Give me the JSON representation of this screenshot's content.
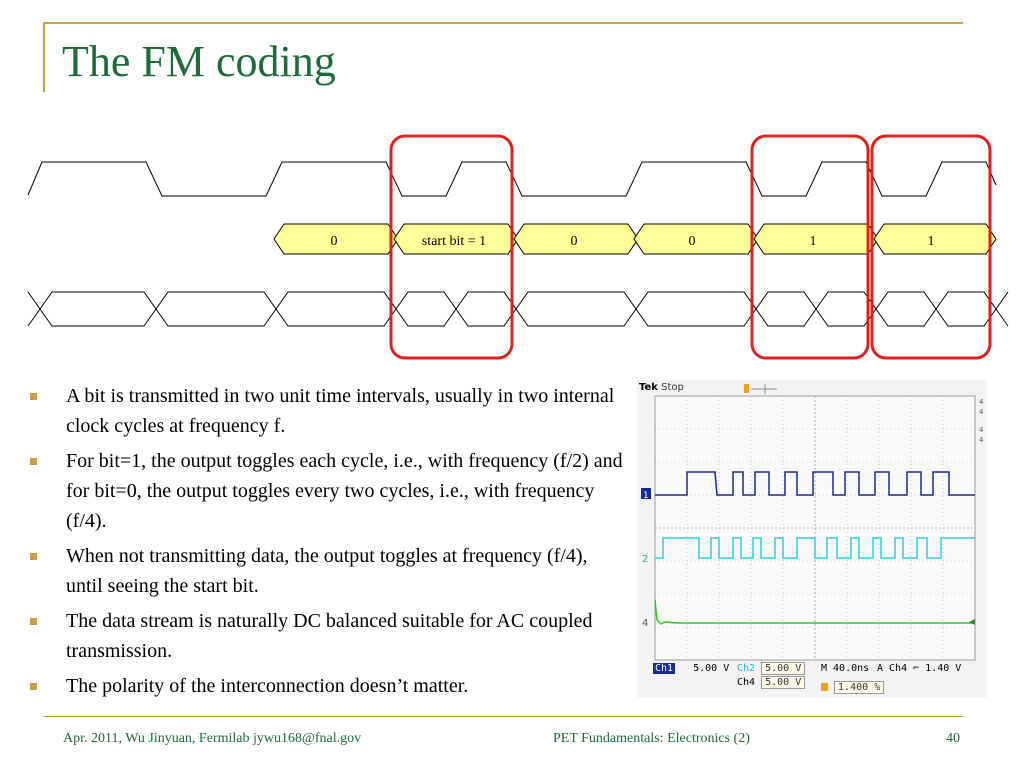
{
  "slide": {
    "title": "The FM coding",
    "accent_color": "#c8a040",
    "title_color": "#1e6b3a"
  },
  "timing_diagram": {
    "bits": [
      "0",
      "start bit = 1",
      "0",
      "0",
      "1",
      "1"
    ],
    "highlight_color": "#e02020",
    "bit_fill_color": "#ffff99"
  },
  "bullets": [
    "A bit is transmitted in two unit time intervals, usually in two internal clock cycles at frequency f.",
    "For bit=1, the output toggles each cycle, i.e., with frequency (f/2) and for bit=0, the output toggles every two cycles, i.e., with frequency (f/4).",
    "When not transmitting data, the output toggles at frequency (f/4), until seeing the start bit.",
    "The data stream is naturally DC balanced suitable for AC coupled transmission.",
    "The polarity of the interconnection doesn’t matter."
  ],
  "scope": {
    "brand": "Tek",
    "status": "Stop",
    "ch1_label": "Ch1",
    "ch1_scale": "5.00 V",
    "ch2_label": "Ch2",
    "ch2_scale": "5.00 V",
    "ch4_label": "Ch4",
    "ch4_scale": "5.00 V",
    "timebase": "M 40.0ns",
    "trigger": "A  Ch4  ⌐  1.40 V",
    "position": "1.400 %",
    "marker_1": "1",
    "marker_2": "2",
    "marker_4": "4",
    "ch1_color": "#1a2a8a",
    "ch2_color": "#2fd0e0",
    "ch4_color": "#2cc82c"
  },
  "footer": {
    "left": "Apr. 2011, Wu Jinyuan, Fermilab jywu168@fnal.gov",
    "center": "PET Fundamentals: Electronics (2)",
    "page": "40"
  }
}
